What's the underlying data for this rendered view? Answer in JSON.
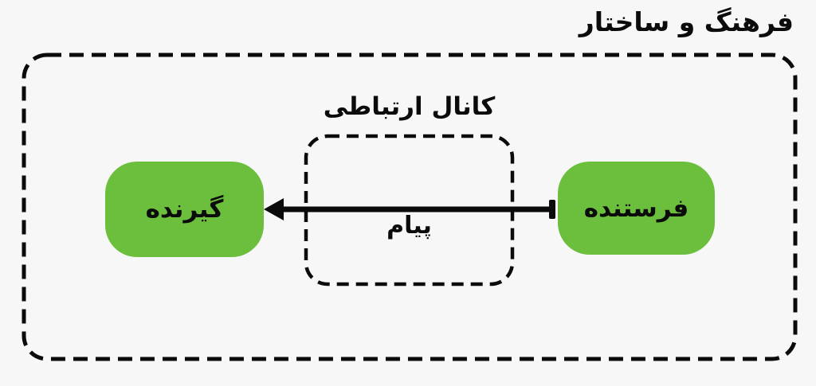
{
  "labels": {
    "title": "فرهنگ و ساختار",
    "channel": "کانال ارتباطی",
    "message": "پیام",
    "sender": "فرستنده",
    "receiver": "گیرنده"
  },
  "colors": {
    "node_fill": "#6cbf3c",
    "line": "#0b0b0b",
    "background": "#f7f7f7"
  },
  "arrow": {
    "direction": "sender-to-receiver"
  }
}
